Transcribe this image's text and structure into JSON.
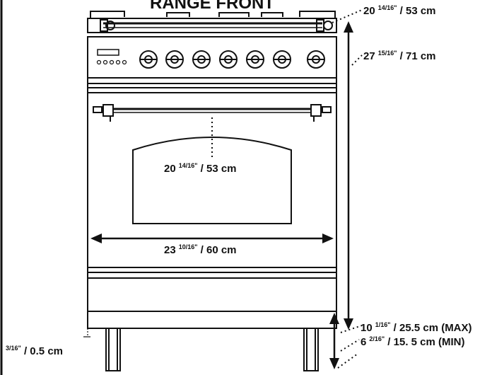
{
  "title": "RANGE FRONT",
  "dimensions": {
    "depth_top": {
      "whole": "20",
      "fraction": "14/16\"",
      "metric": " / 53 cm"
    },
    "height_overall": {
      "whole": "27",
      "fraction": "15/16\"",
      "metric": " / 71 cm"
    },
    "door_height": {
      "whole": "20",
      "fraction": "14/16\"",
      "metric": " / 53 cm"
    },
    "width": {
      "whole": "23",
      "fraction": "10/16\"",
      "metric": " / 60 cm"
    },
    "leg_max": {
      "whole": "10",
      "fraction": "1/16\"",
      "metric": " / 25.5 cm (MAX)"
    },
    "leg_min": {
      "whole": "6",
      "fraction": "2/16\"",
      "metric": " / 15. 5 cm (MIN)"
    },
    "side_gap": {
      "whole": "",
      "fraction": "3/16\"",
      "metric": " / 0.5 cm"
    }
  },
  "colors": {
    "line": "#111111",
    "background": "#ffffff"
  },
  "icons": [
    "control-knob-icon",
    "oven-handle-icon",
    "display-panel-icon"
  ]
}
